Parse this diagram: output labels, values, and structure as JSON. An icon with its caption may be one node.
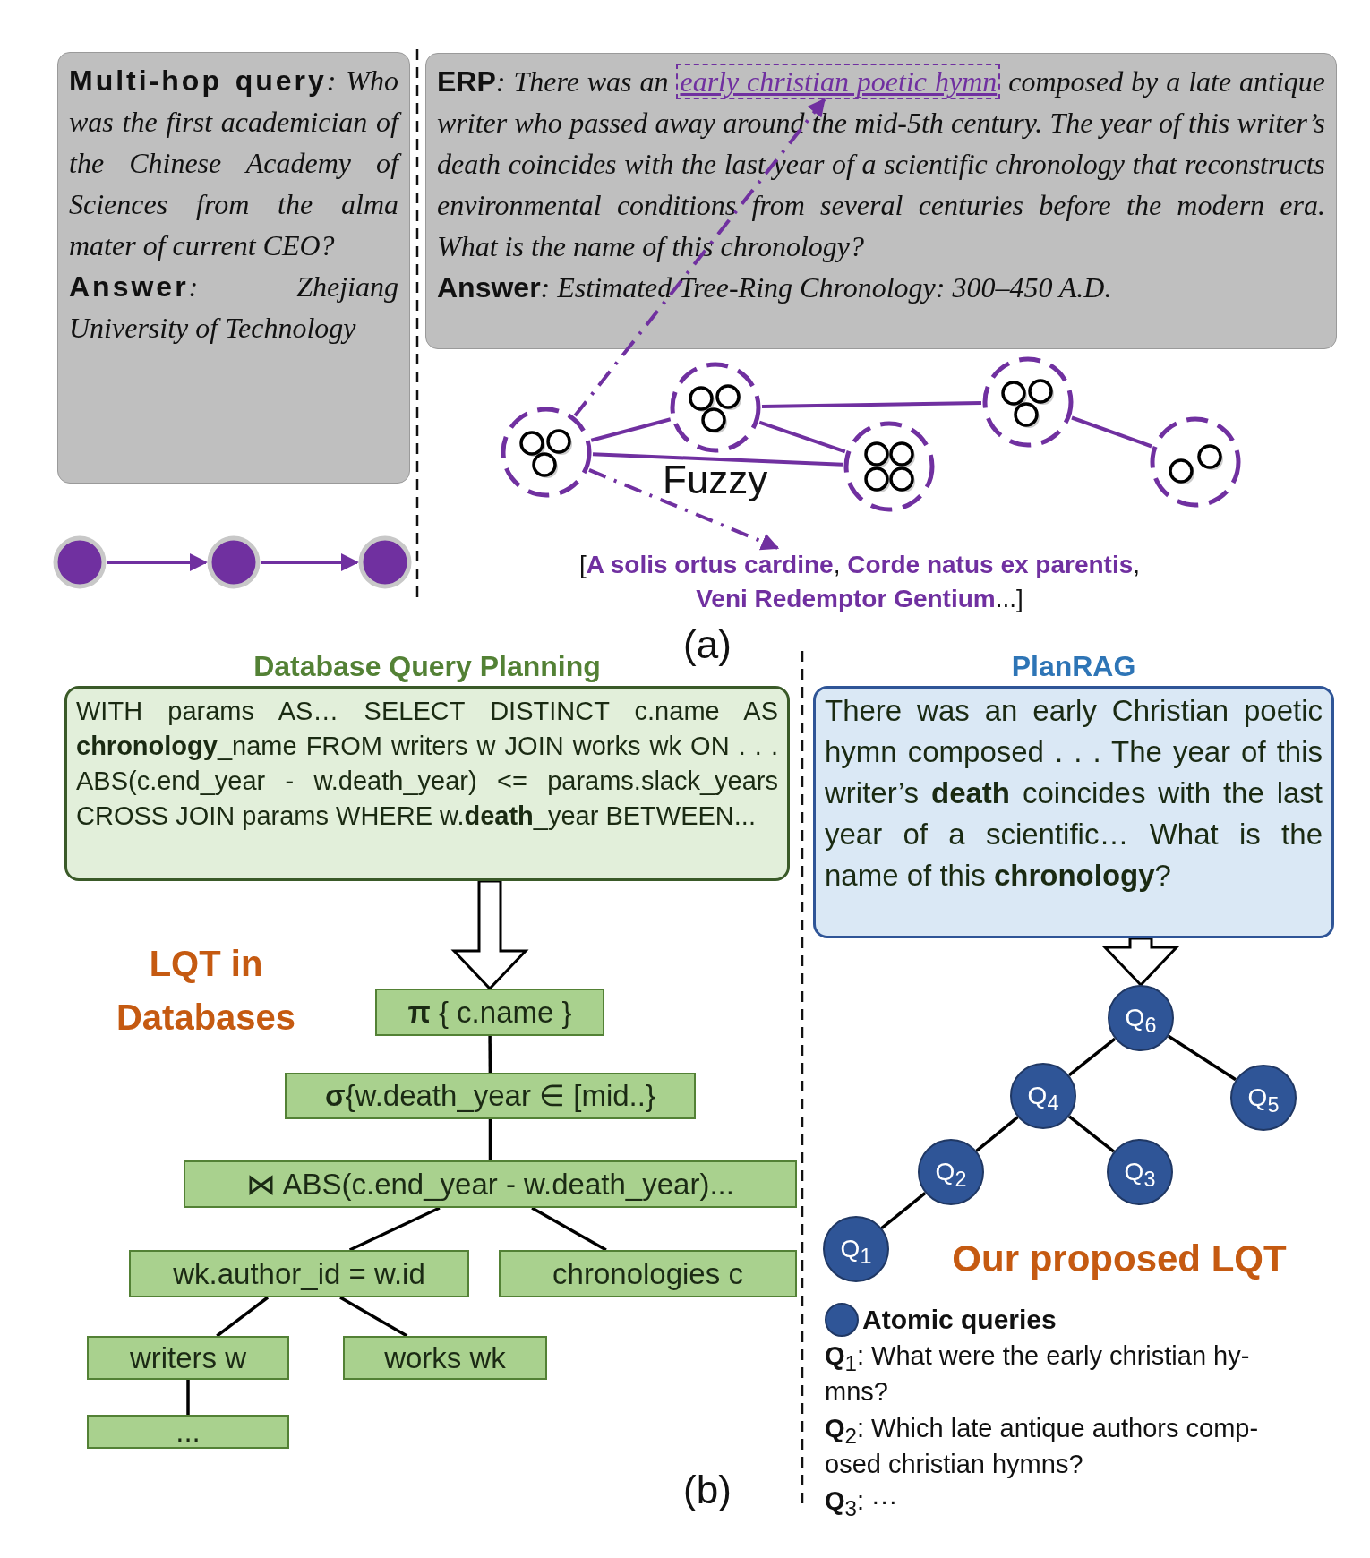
{
  "diagram": {
    "nodes": [
      {
        "text": [
          "**Multi-hop query**: Who was the first academician of the Chinese Academy of Sciences from the alma mater of current CEO?",
          "**Answer**: Zhejiang University of Technology"
        ]
      },
      {
        "text": [
          "**ERP**: There was an",
          "composed by a late antique writer who passed away around the mid-5th century. The year of this writer’s death coincides with the last year of a scientific chronology that reconstructs environmental conditions from several centuries before the modern era. What is the name of this chronology?",
          "**Answer**: Estimated Tree-Ring Chronology: 300–450 A.D."
        ]
      },
      {
        "text": [
          "early christian poetic hymn"
        ],
        "in": 1
      },
      {
        "text": [],
        "shape": "circle"
      },
      {
        "text": [],
        "shape": "circle"
      },
      {
        "text": [],
        "shape": "circle"
      },
      {
        "text": [],
        "shape": "circle"
      },
      {
        "text": [],
        "shape": "circle"
      },
      {
        "text": [],
        "shape": "circle"
      },
      {
        "text": [],
        "shape": "circle"
      },
      {
        "text": [],
        "shape": "circle"
      },
      {
        "text": [
          "[**A solis ortus cardine**, **Corde natus ex parentis**, **Veni Redemptor Gentium**...]"
        ]
      },
      {
        "text": [
          "Database Query Planning",
          "WITH params AS… SELECT DISTINCT c.name AS **chronology**_name FROM writers w JOIN works wk ON . . . ABS(c.end_year - w.death_year) <= params.slack_years CROSS JOIN params WHERE w.**death**_year BETWEEN..."
        ]
      },
      {
        "text": [
          "**π** { c.name }"
        ]
      },
      {
        "text": [
          "**σ**{w.death_year ∈ [mid..}"
        ]
      },
      {
        "text": [
          "⋈ ABS(c.end_year - w.death_year)..."
        ]
      },
      {
        "text": [
          "wk.author_id = w.id"
        ]
      },
      {
        "text": [
          "chronologies c"
        ]
      },
      {
        "text": [
          "writers w"
        ]
      },
      {
        "text": [
          "works wk"
        ]
      },
      {
        "text": [
          "..."
        ]
      },
      {
        "text": [
          "PlanRAG",
          "There was an early Christian poetic hymn composed . . . The year of this writer’s **death** coincides with the last year of a scientific… What is the name of this **chronology**?"
        ]
      },
      {
        "text": [
          "Q$_{6}$"
        ]
      },
      {
        "text": [
          "Q$_{4}$"
        ]
      },
      {
        "text": [
          "Q$_{5}$"
        ]
      },
      {
        "text": [
          "Q$_{2}$"
        ]
      },
      {
        "text": [
          "Q$_{3}$"
        ]
      },
      {
        "text": [
          "Q$_{1}$"
        ]
      }
    ],
    "edges": [
      {
        "from": 3,
        "to": 4,
        "arrow": "to",
        "color": "#7030a0"
      },
      {
        "from": 4,
        "to": 5,
        "arrow": "to",
        "color": "#7030a0"
      },
      {
        "from": 6,
        "to": 2,
        "arrow": "to",
        "style": "dashed",
        "color": "#7030a0"
      },
      {
        "from": 6,
        "to": 11,
        "arrow": "to",
        "style": "dashed",
        "color": "#7030a0"
      },
      {
        "from": 6,
        "to": 7,
        "arrow": "none",
        "color": "#7030a0"
      },
      {
        "from": 6,
        "to": 8,
        "arrow": "none",
        "color": "#7030a0"
      },
      {
        "from": 7,
        "to": 8,
        "arrow": "none",
        "color": "#7030a0"
      },
      {
        "from": 7,
        "to": 9,
        "arrow": "none",
        "color": "#7030a0"
      },
      {
        "from": 9,
        "to": 10,
        "arrow": "none",
        "color": "#7030a0"
      },
      {
        "from": 12,
        "to": 13,
        "arrow": "to",
        "style": "thick"
      },
      {
        "from": 13,
        "to": 14,
        "arrow": "none"
      },
      {
        "from": 14,
        "to": 15,
        "arrow": "none"
      },
      {
        "from": 15,
        "to": 16,
        "arrow": "none"
      },
      {
        "from": 15,
        "to": 17,
        "arrow": "none"
      },
      {
        "from": 16,
        "to": 18,
        "arrow": "none"
      },
      {
        "from": 16,
        "to": 19,
        "arrow": "none"
      },
      {
        "from": 18,
        "to": 20,
        "arrow": "none"
      },
      {
        "from": 21,
        "to": 22,
        "arrow": "to",
        "style": "thick"
      },
      {
        "from": 22,
        "to": 23,
        "arrow": "none"
      },
      {
        "from": 22,
        "to": 24,
        "arrow": "none"
      },
      {
        "from": 23,
        "to": 25,
        "arrow": "none"
      },
      {
        "from": 23,
        "to": 26,
        "arrow": "none"
      },
      {
        "from": 25,
        "to": 27,
        "arrow": "none"
      }
    ],
    "labels": [
      "Fuzzy",
      "(a)",
      "LQT in Databases",
      "Our proposed LQT",
      "**Q**$_{1}$: What were the early christian hy- mns?",
      "**Q**$_{2}$: Which late antique authors comp- osed christian hymns?",
      "**Q**$_{3}$: ···",
      "(b)"
    ],
    "legend": [
      {
        "text": "Atomic queries",
        "color": "#2f5597"
      }
    ]
  }
}
